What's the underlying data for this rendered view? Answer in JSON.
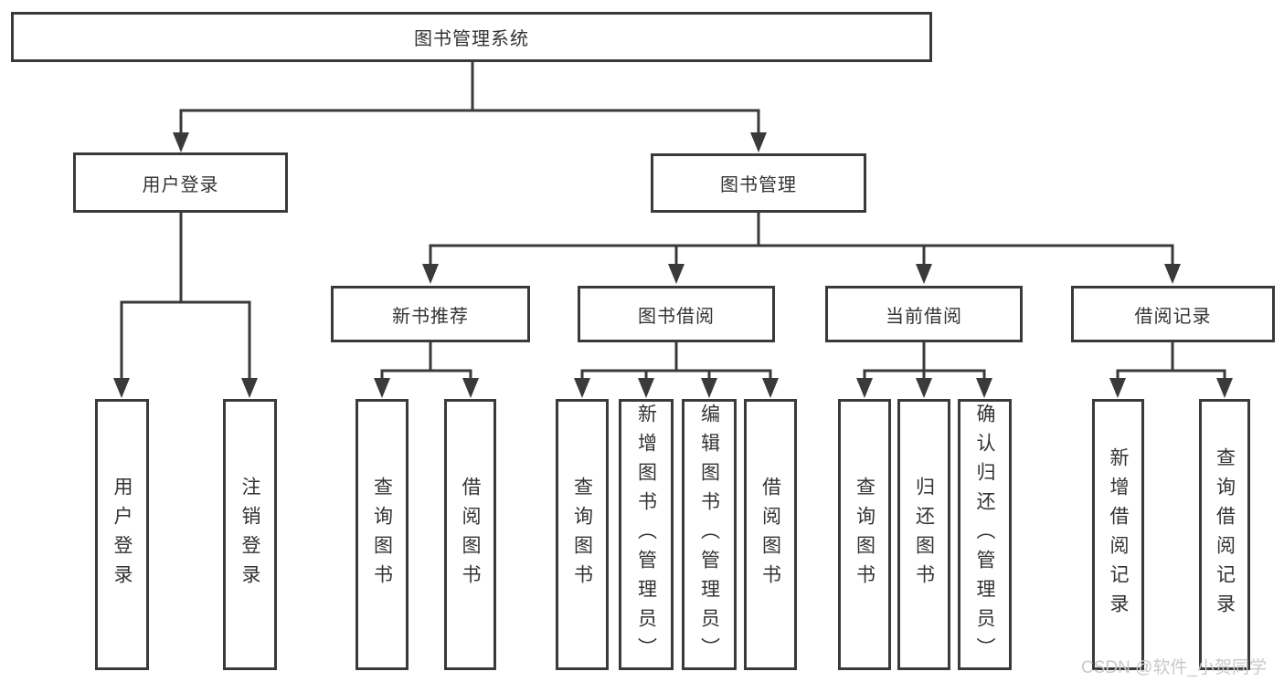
{
  "diagram": {
    "root": {
      "label": "图书管理系统"
    },
    "level2": {
      "user_login": {
        "label": "用户登录"
      },
      "book_management": {
        "label": "图书管理"
      }
    },
    "level3": {
      "new_book_recommend": {
        "label": "新书推荐"
      },
      "book_borrow": {
        "label": "图书借阅"
      },
      "current_borrow": {
        "label": "当前借阅"
      },
      "borrow_record": {
        "label": "借阅记录"
      }
    },
    "leaves": {
      "user_login": [
        "用户登录",
        "注销登录"
      ],
      "new_book_recommend": [
        "查询图书",
        "借阅图书"
      ],
      "book_borrow": [
        "查询图书",
        "新增图书（管理员）",
        "编辑图书（管理员）",
        "借阅图书"
      ],
      "current_borrow": [
        "查询图书",
        "归还图书",
        "确认归还（管理员）"
      ],
      "borrow_record": [
        "新增借阅记录",
        "查询借阅记录"
      ]
    }
  },
  "watermark": {
    "label": "CSDN @软件_小贺同学"
  },
  "colors": {
    "line": "#3a3a3a",
    "text": "#333333",
    "watermark": "#c9c9c9",
    "background": "#ffffff"
  }
}
